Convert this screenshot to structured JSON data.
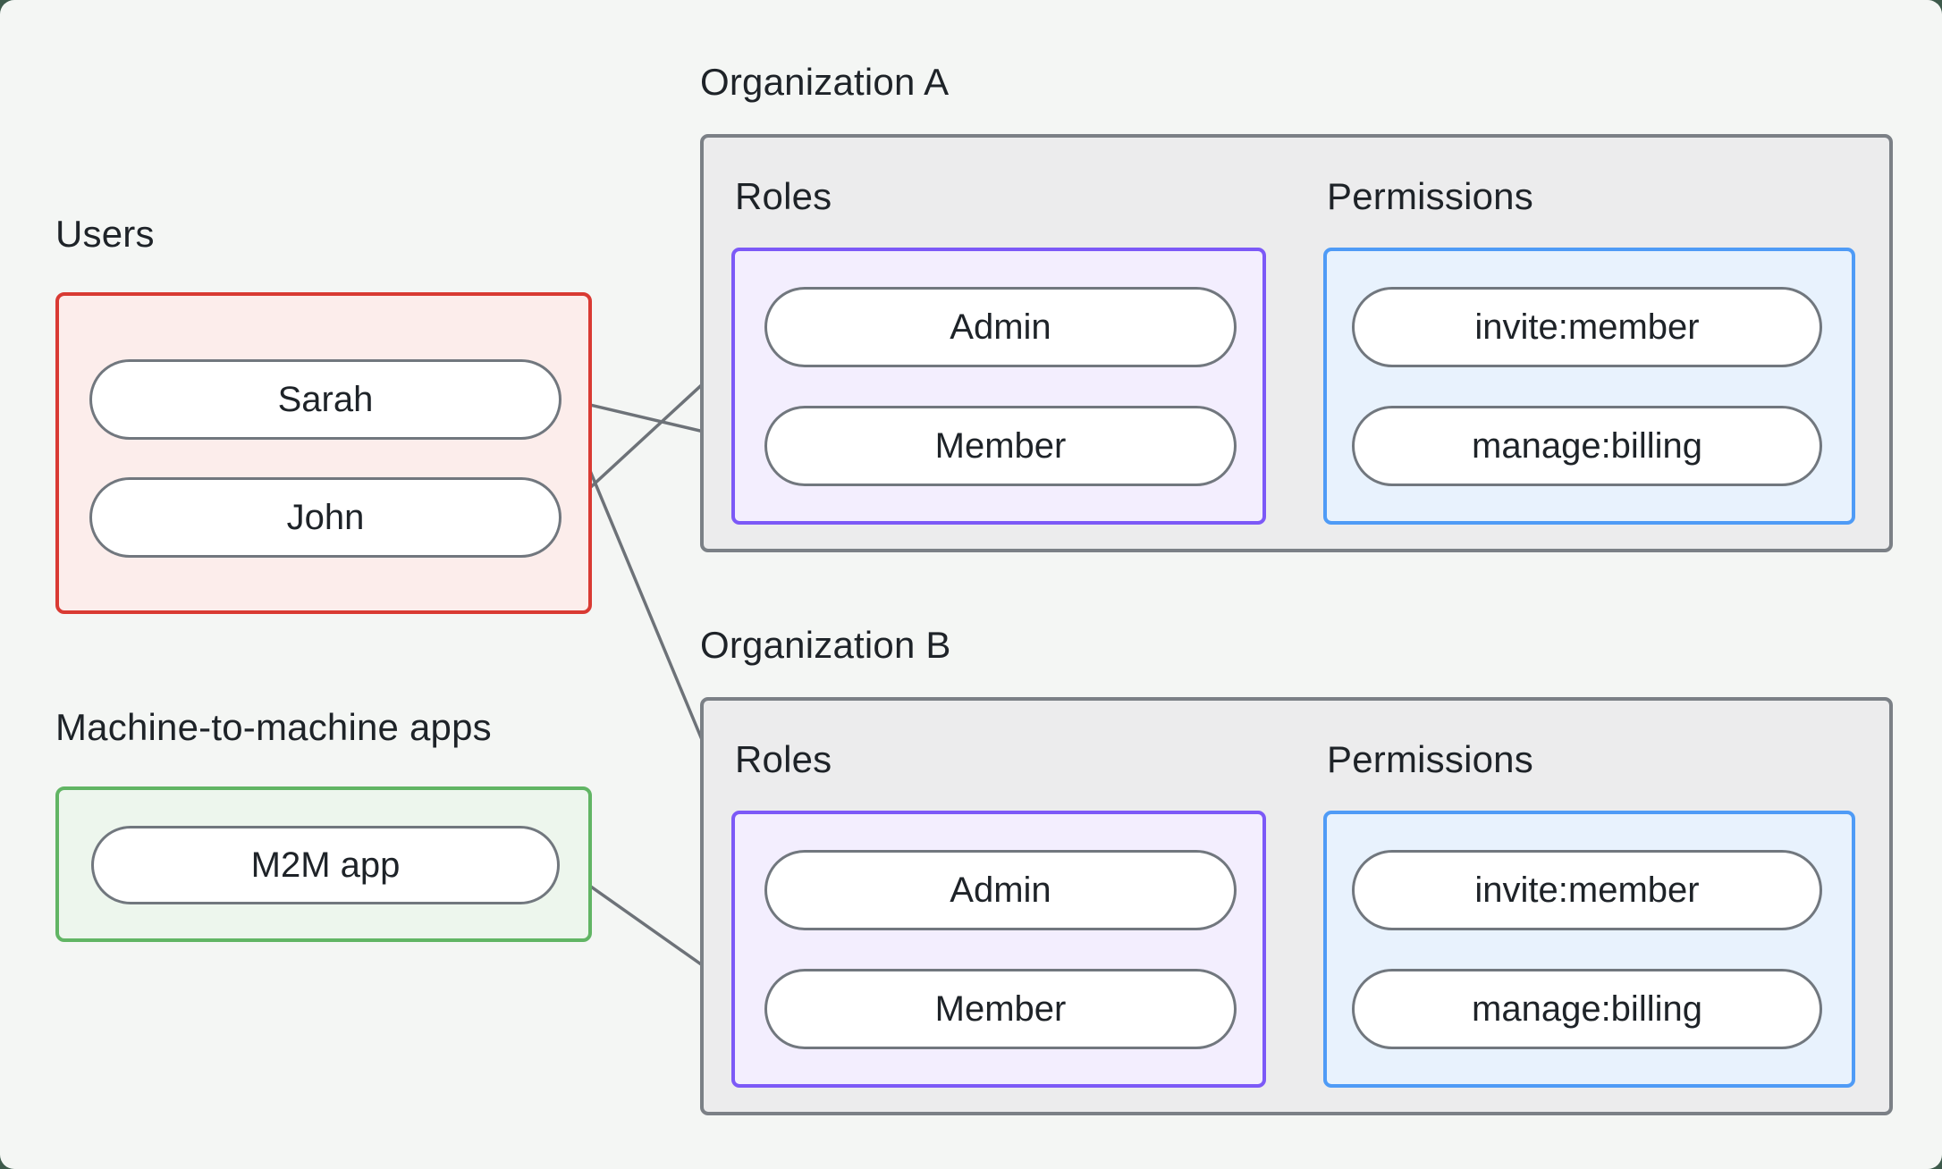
{
  "groups": {
    "users": {
      "label": "Users",
      "members": [
        "Sarah",
        "John"
      ]
    },
    "m2m": {
      "label": "Machine-to-machine apps",
      "members": [
        "M2M app"
      ]
    }
  },
  "organizations": [
    {
      "title": "Organization A",
      "roles_label": "Roles",
      "permissions_label": "Permissions",
      "roles": [
        "Admin",
        "Member"
      ],
      "permissions": [
        "invite:member",
        "manage:billing"
      ]
    },
    {
      "title": "Organization B",
      "roles_label": "Roles",
      "permissions_label": "Permissions",
      "roles": [
        "Admin",
        "Member"
      ],
      "permissions": [
        "invite:member",
        "manage:billing"
      ]
    }
  ],
  "connections": [
    {
      "from": "Sarah",
      "to": "Organization A / Member"
    },
    {
      "from": "John",
      "to": "Organization A / Admin"
    },
    {
      "from": "Sarah",
      "to": "Organization B / Admin"
    },
    {
      "from": "M2M app",
      "to": "Organization B / Member"
    },
    {
      "from": "Organization A / Admin",
      "to": "Organization A / invite:member"
    },
    {
      "from": "Organization A / Admin",
      "to": "Organization A / manage:billing"
    },
    {
      "from": "Organization A / Member",
      "to": "Organization A / manage:billing"
    },
    {
      "from": "Organization B / Admin",
      "to": "Organization B / invite:member"
    },
    {
      "from": "Organization B / Admin",
      "to": "Organization B / manage:billing"
    },
    {
      "from": "Organization B / Member",
      "to": "Organization B / manage:billing"
    }
  ],
  "colors": {
    "outer_bg": "#3d5a4b",
    "page_bg": "#f4f6f4",
    "text": "#1e2328",
    "users_border": "#d93a33",
    "users_fill": "#fcedeb",
    "m2m_border": "#61b564",
    "m2m_fill": "#edf6ed",
    "org_border": "#7b8086",
    "org_fill": "#ececed",
    "roles_border": "#7c59f7",
    "roles_fill": "#f3eefe",
    "permissions_border": "#4f9bf6",
    "permissions_fill": "#e8f2fd",
    "node_border": "#71777e",
    "node_fill": "#ffffff",
    "edge": "#6d7278"
  }
}
